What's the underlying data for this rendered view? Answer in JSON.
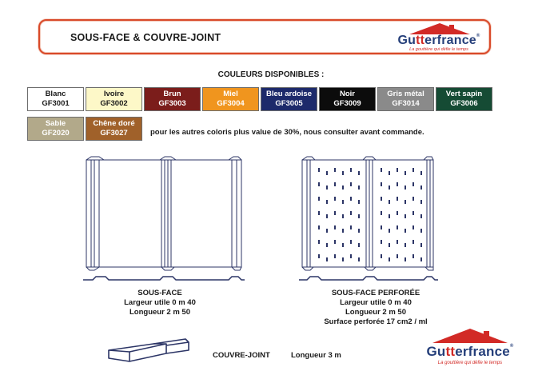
{
  "header": {
    "title": "SOUS-FACE & COUVRE-JOINT"
  },
  "logo": {
    "brand_pre": "Gu",
    "brand_tt": "tt",
    "brand_post": "erfrance",
    "reg": "®",
    "tagline": "La gouttière qui défie le temps"
  },
  "colors_title": "COULEURS DISPONIBLES :",
  "swatches": [
    {
      "name": "Blanc",
      "code": "GF3001",
      "color": "#ffffff"
    },
    {
      "name": "Ivoire",
      "code": "GF3002",
      "color": "#fdf8c8"
    },
    {
      "name": "Brun",
      "code": "GF3003",
      "color": "#7b1d1b"
    },
    {
      "name": "Miel",
      "code": "GF3004",
      "color": "#f0951e"
    },
    {
      "name": "Bleu ardoise",
      "code": "GF3005",
      "color": "#1d2a6b"
    },
    {
      "name": "Noir",
      "code": "GF3009",
      "color": "#0c0c0c"
    },
    {
      "name": "Gris métal",
      "code": "GF3014",
      "color": "#8a8a8a"
    },
    {
      "name": "Vert sapin",
      "code": "GF3006",
      "color": "#154b34"
    },
    {
      "name": "Sable",
      "code": "GF2020",
      "color": "#b2a98a"
    },
    {
      "name": "Chêne doré",
      "code": "GF3027",
      "color": "#a0612a"
    }
  ],
  "note": "pour les autres coloris plus value de 30%, nous consulter avant commande.",
  "sous_face": {
    "name": "SOUS-FACE",
    "width": "Largeur utile 0 m 40",
    "length": "Longueur 2 m 50"
  },
  "sous_face_perforee": {
    "name": "SOUS-FACE PERFORÉE",
    "width": "Largeur utile 0 m 40",
    "length": "Longueur 2 m 50",
    "surface": "Surface perforée 17 cm2 / ml"
  },
  "couvre_joint": {
    "name": "COUVRE-JOINT",
    "length": "Longueur 3 m"
  }
}
